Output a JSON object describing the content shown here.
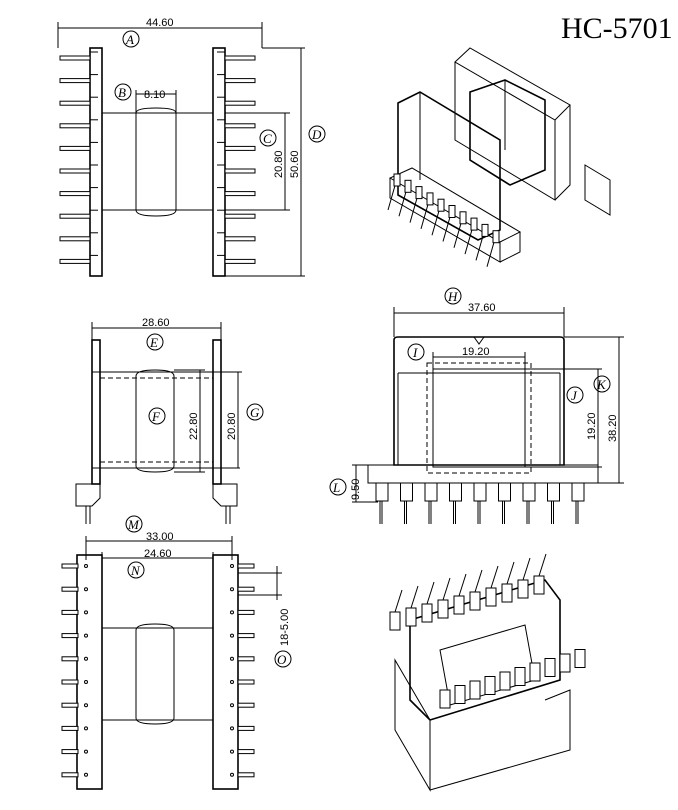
{
  "title": "HC-5701",
  "labels": [
    "A",
    "B",
    "C",
    "D",
    "E",
    "F",
    "G",
    "H",
    "I",
    "J",
    "K",
    "L",
    "M",
    "N",
    "O"
  ],
  "dimensions": {
    "A": "44.60",
    "B": "8.10",
    "C": "20.80",
    "D": "50.60",
    "E": "28.60",
    "F": "22.80",
    "G": "20.80",
    "H": "37.60",
    "I": "19.20",
    "J": "19.20",
    "K": "38.20",
    "L": "9.50",
    "M": "33.00",
    "N": "24.60",
    "O": "18-5.00"
  }
}
